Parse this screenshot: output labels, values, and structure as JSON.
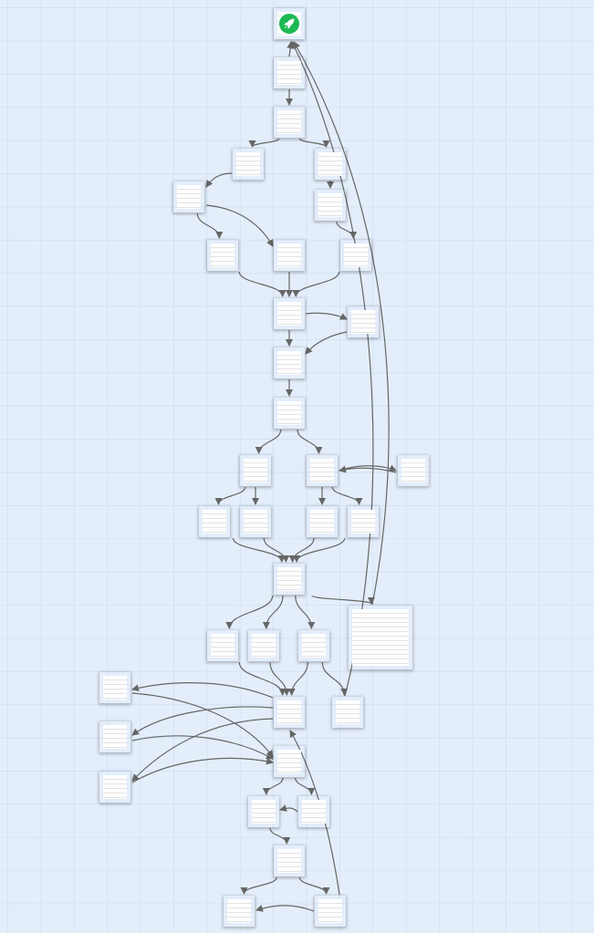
{
  "diagram": {
    "type": "flowchart",
    "colors": {
      "start": "#1db954",
      "edge": "#666666",
      "node": "#ffffff"
    },
    "start_icon": "rocket-icon",
    "nodes": [
      "start",
      "n1",
      "n2",
      "n3",
      "n4",
      "n5",
      "n6",
      "n7",
      "n8",
      "n9",
      "n10",
      "n11",
      "n12",
      "n13",
      "n14",
      "n15",
      "n16",
      "n17",
      "n18",
      "n19",
      "n20",
      "n21",
      "big",
      "n23",
      "n24",
      "n25",
      "n26",
      "n27",
      "n28",
      "n29",
      "n30",
      "n31",
      "n32",
      "n33",
      "n34",
      "n35",
      "n36"
    ],
    "edges": [
      [
        "n1",
        "start"
      ],
      [
        "n1",
        "n2"
      ],
      [
        "n2",
        "n3"
      ],
      [
        "n2",
        "n4"
      ],
      [
        "n3",
        "n5"
      ],
      [
        "n4",
        "n6"
      ],
      [
        "n5",
        "n7"
      ],
      [
        "n5",
        "n8"
      ],
      [
        "n6",
        "n9"
      ],
      [
        "n7",
        "n10"
      ],
      [
        "n8",
        "n10"
      ],
      [
        "n9",
        "n10"
      ],
      [
        "n10",
        "n11"
      ],
      [
        "n11",
        "n12"
      ],
      [
        "n10",
        "n12"
      ],
      [
        "n12",
        "n13"
      ],
      [
        "n13",
        "n14"
      ],
      [
        "n13",
        "n15"
      ],
      [
        "n15",
        "n16"
      ],
      [
        "n16",
        "n15"
      ],
      [
        "n14",
        "n17"
      ],
      [
        "n14",
        "n18"
      ],
      [
        "n15",
        "n19"
      ],
      [
        "n15",
        "n20"
      ],
      [
        "n17",
        "n21"
      ],
      [
        "n18",
        "n21"
      ],
      [
        "n19",
        "n21"
      ],
      [
        "n20",
        "n21"
      ],
      [
        "n21",
        "n23"
      ],
      [
        "n21",
        "n24"
      ],
      [
        "n21",
        "n25"
      ],
      [
        "n21",
        "big"
      ],
      [
        "n23",
        "n26"
      ],
      [
        "n24",
        "n26"
      ],
      [
        "n25",
        "n26"
      ],
      [
        "n25",
        "n27"
      ],
      [
        "n26",
        "n25b"
      ],
      [
        "n26",
        "n28"
      ],
      [
        "n26",
        "n30"
      ],
      [
        "n25b",
        "n29"
      ],
      [
        "n28",
        "n29"
      ],
      [
        "n30",
        "n29"
      ],
      [
        "n29",
        "n31"
      ],
      [
        "n29",
        "n32"
      ],
      [
        "n32",
        "n31"
      ],
      [
        "n31",
        "n33"
      ],
      [
        "n33",
        "n34"
      ],
      [
        "n33",
        "n35"
      ],
      [
        "n35",
        "n34"
      ],
      [
        "big",
        "start"
      ],
      [
        "n27",
        "start"
      ],
      [
        "n35",
        "n26"
      ]
    ]
  }
}
